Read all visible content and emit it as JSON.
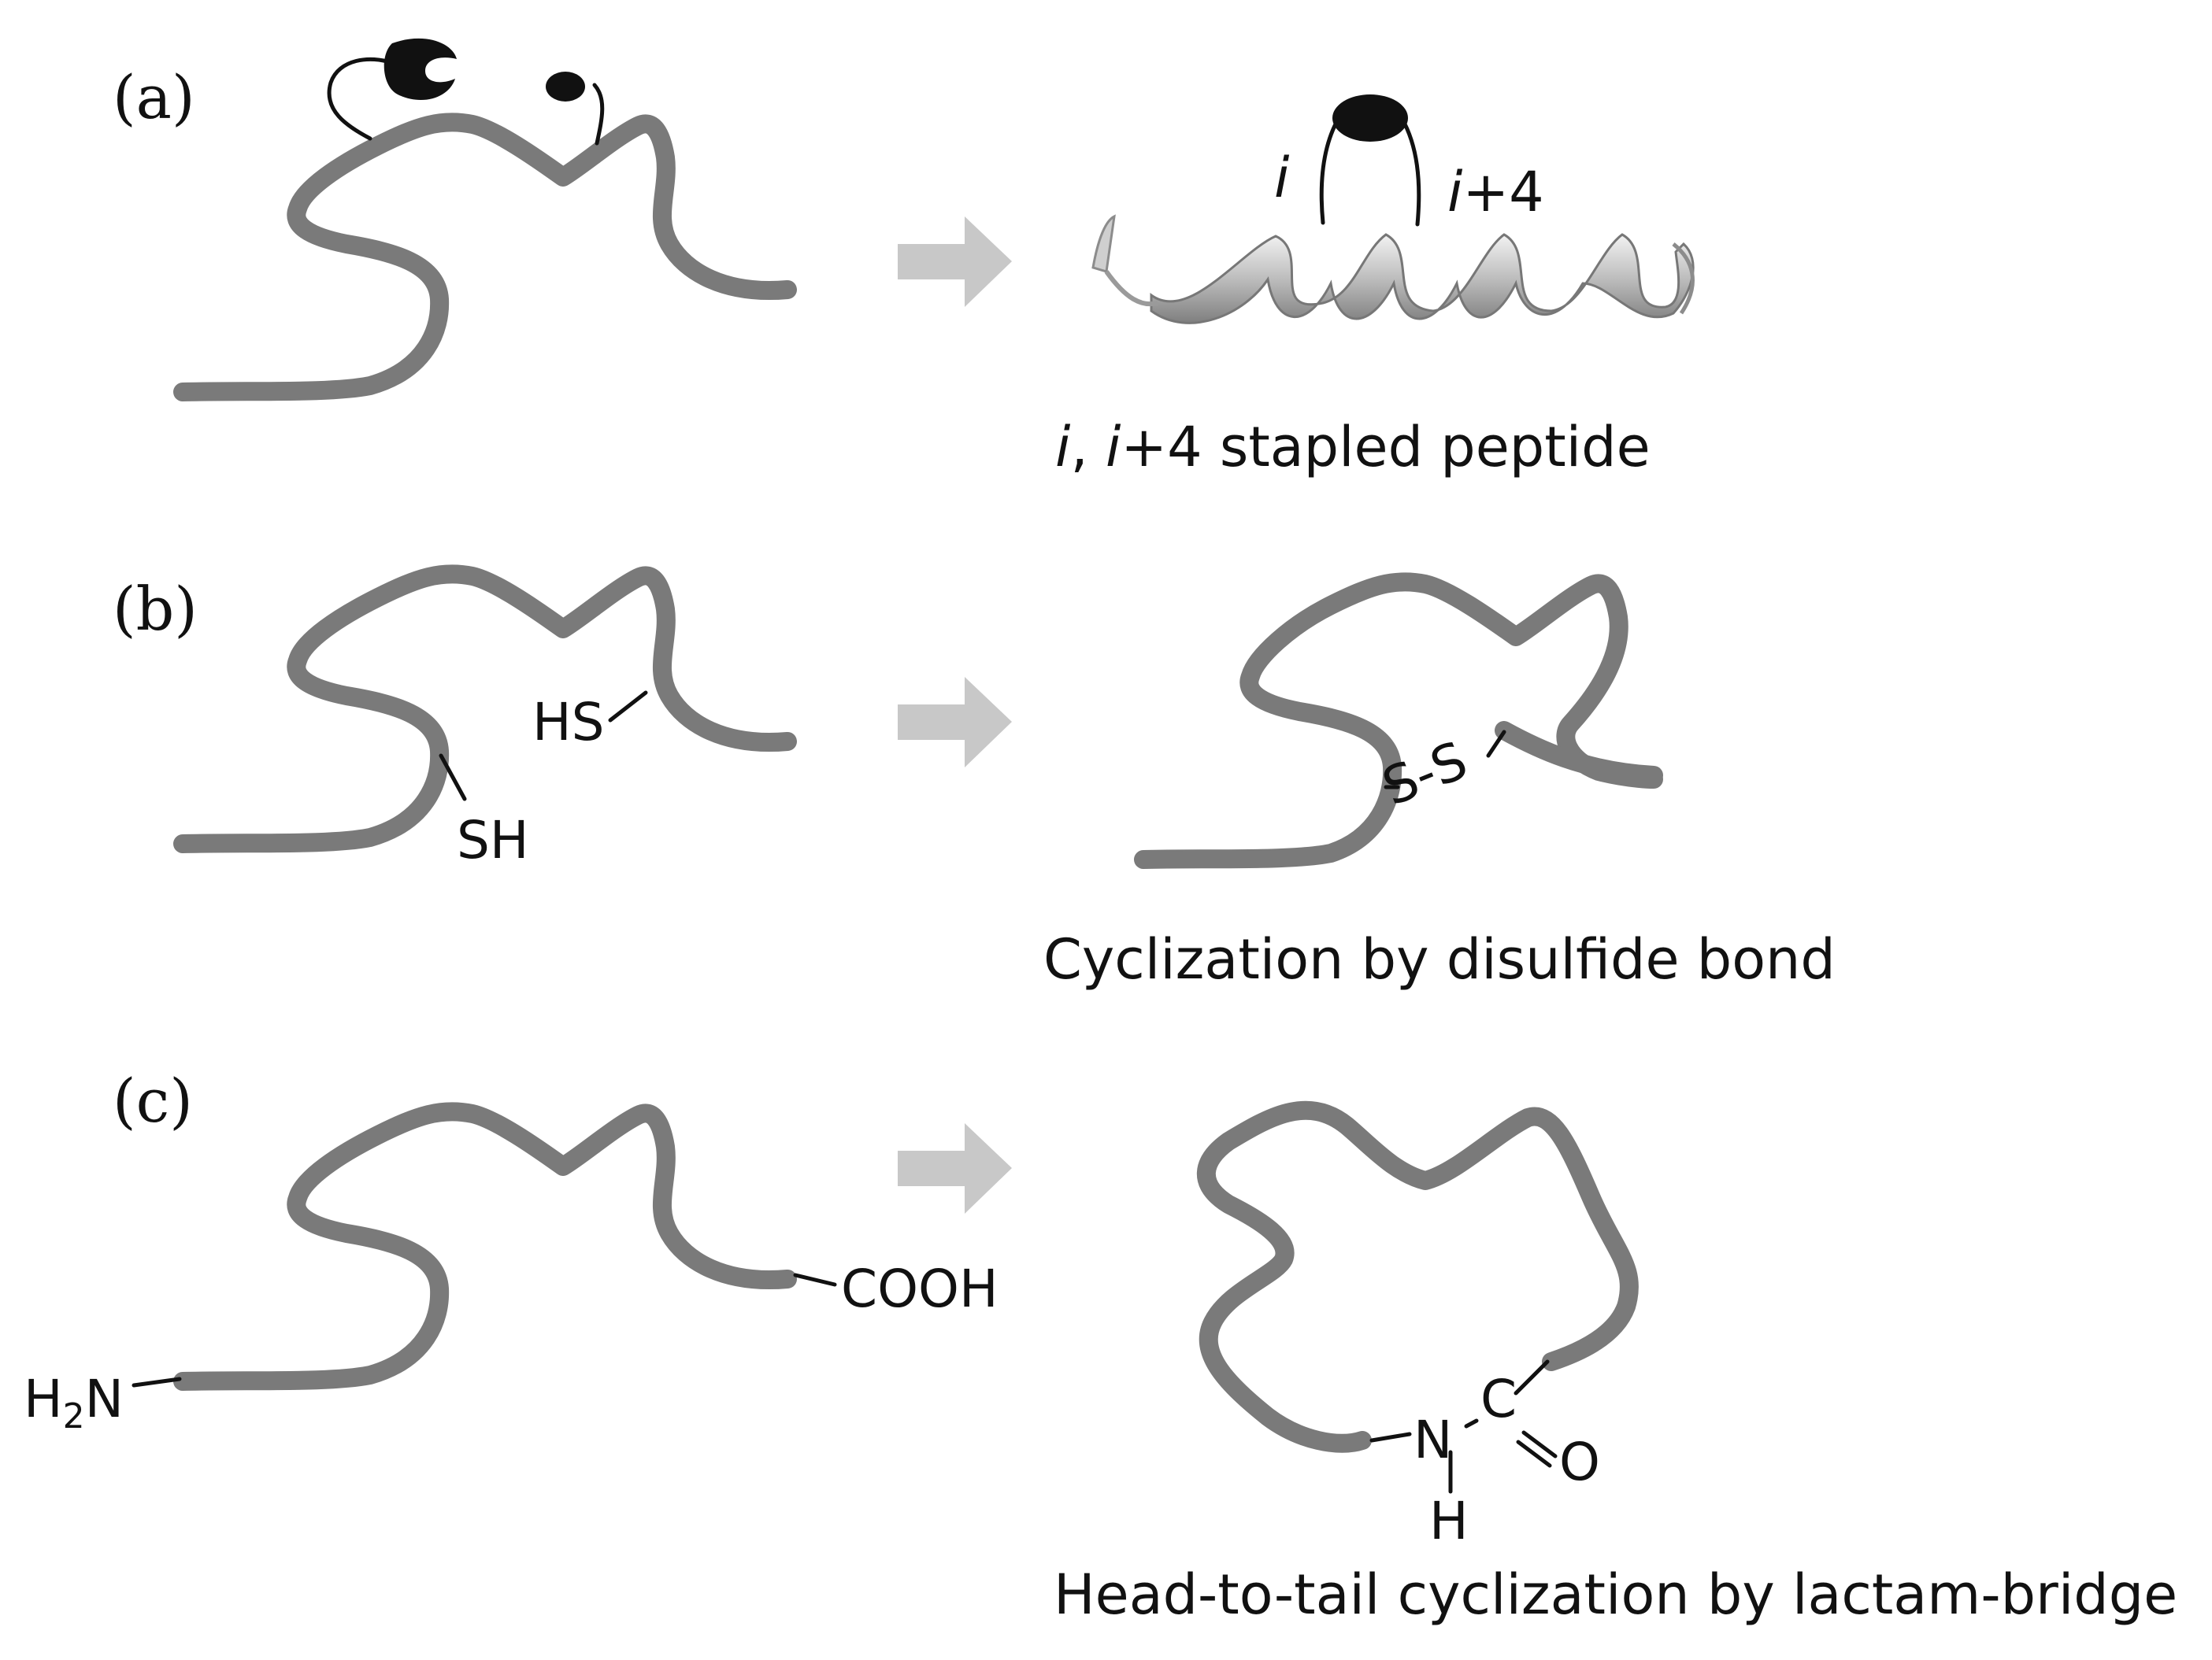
{
  "colors": {
    "chain": "#7a7a7a",
    "arrow": "#c8c8c8",
    "ink": "#111111",
    "helix_light": "#e6e6e6",
    "helix_dark": "#8c8c8c"
  },
  "icons": [
    "arrow-right-icon",
    "helix-ribbon-icon",
    "staple-ball-icon",
    "crescent-handle-icon"
  ],
  "panels": {
    "a": {
      "label": "(a)",
      "helix": {
        "label_i": "i",
        "label_i4": "i+4"
      },
      "caption": {
        "italic_1": "i",
        "sep": ", ",
        "italic_2": "i",
        "rest": "+4 stapled peptide"
      }
    },
    "b": {
      "label": "(b)",
      "group_1": "HS",
      "group_2": "SH",
      "bridge": "S-S",
      "caption": "Cyclization by disulfide bond"
    },
    "c": {
      "label": "(c)",
      "amine_1": "H",
      "amine_sub": "2",
      "amine_2": "N",
      "acid": "COOH",
      "amide_n": "N",
      "amide_c": "C",
      "amide_o": "O",
      "amide_h": "H",
      "caption": "Head-to-tail cyclization by lactam-bridge"
    }
  }
}
